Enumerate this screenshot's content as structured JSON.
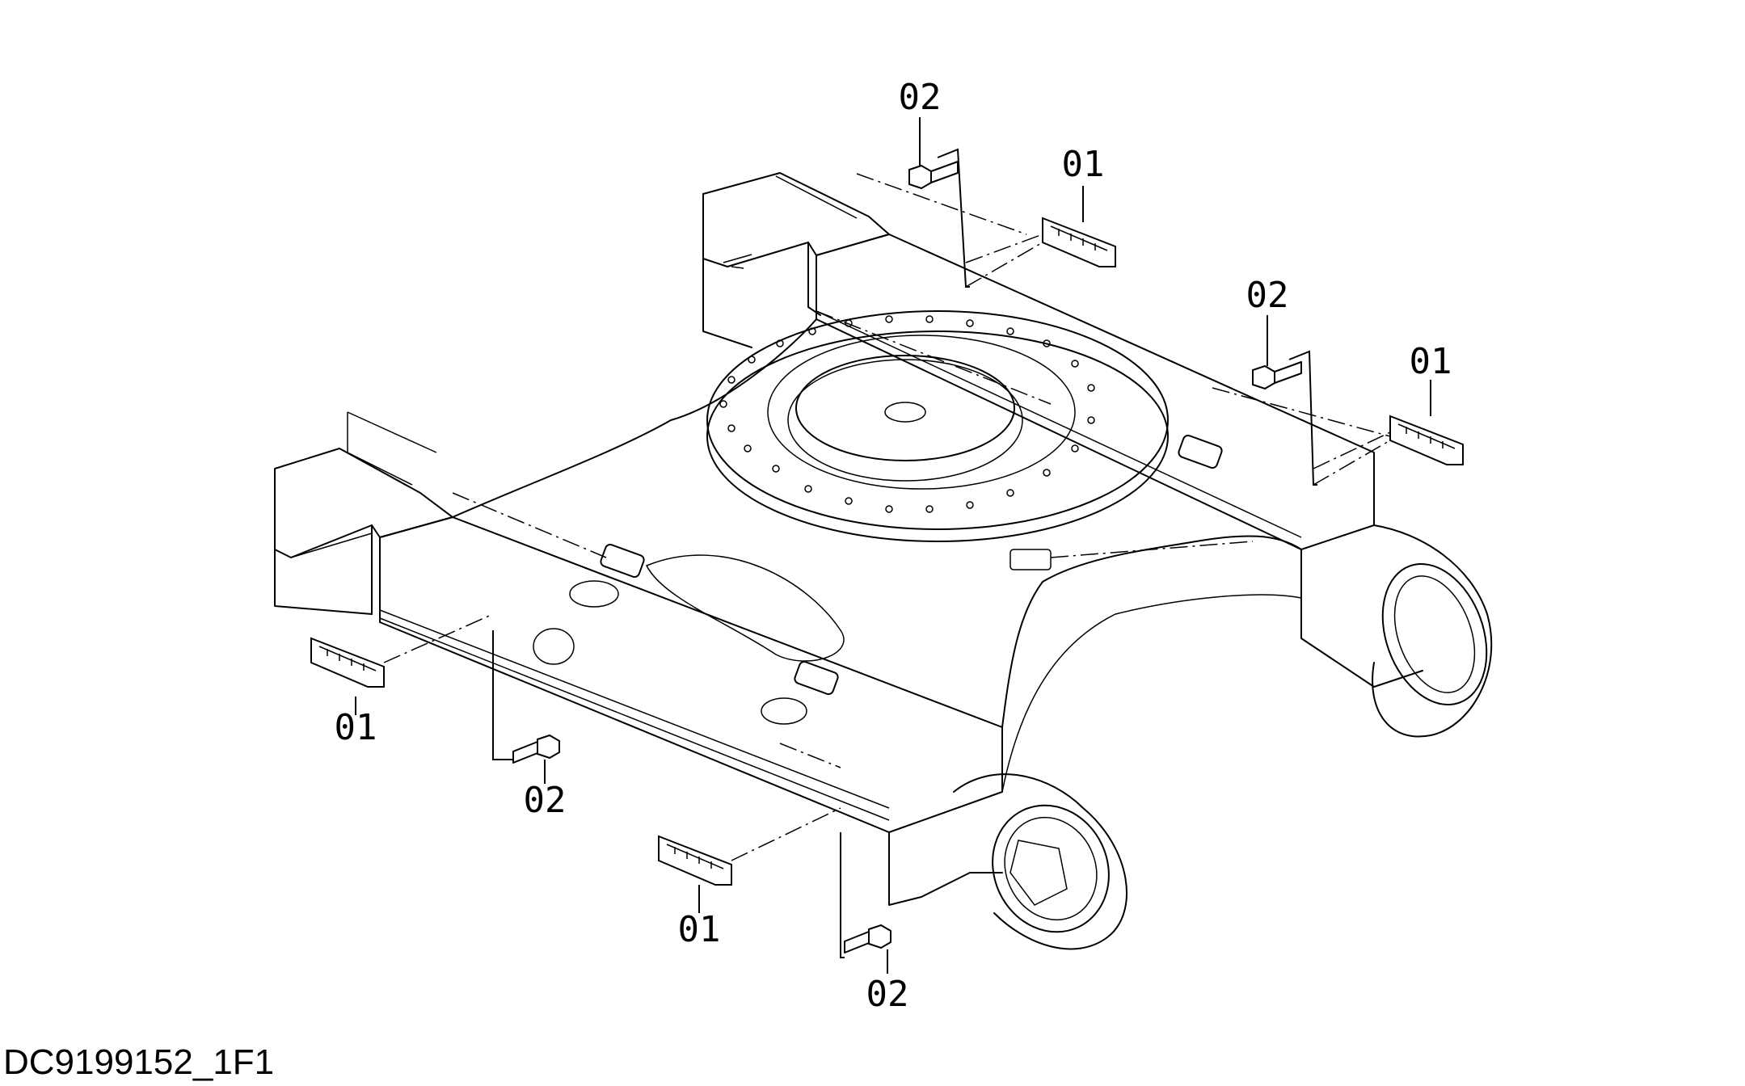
{
  "document_code": "DC9199152_1F1",
  "callouts": {
    "c1": "02",
    "c2": "01",
    "c3": "02",
    "c4": "01",
    "c5": "01",
    "c6": "02",
    "c7": "01",
    "c8": "02"
  }
}
